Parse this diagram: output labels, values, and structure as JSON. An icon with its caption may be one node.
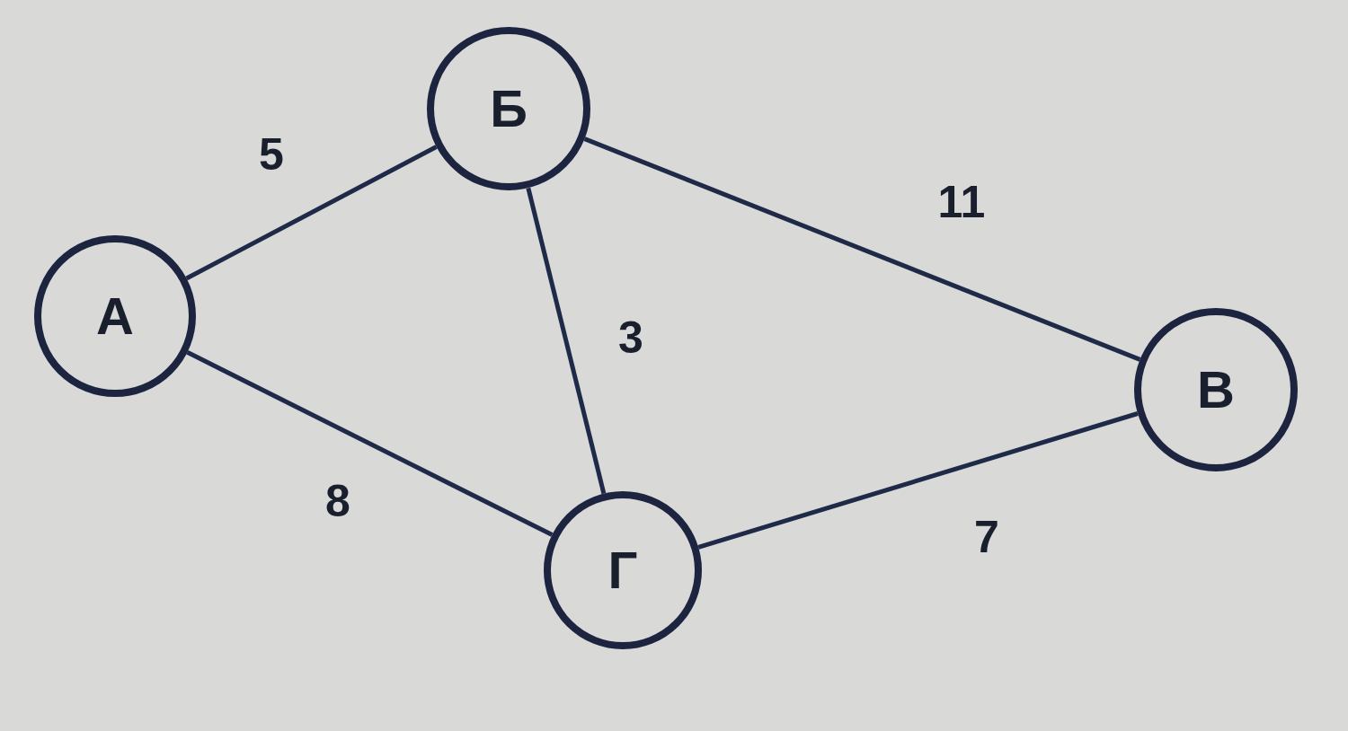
{
  "diagram": {
    "nodes": [
      {
        "text": [
          "А"
        ]
      },
      {
        "text": [
          "Б"
        ]
      },
      {
        "text": [
          "В"
        ]
      },
      {
        "text": [
          "Г"
        ]
      }
    ],
    "edges": [
      {
        "from": 0,
        "to": 1,
        "arrow": "none",
        "label": "5"
      },
      {
        "from": 1,
        "to": 2,
        "arrow": "none",
        "label": "11"
      },
      {
        "from": 1,
        "to": 3,
        "arrow": "none",
        "label": "3"
      },
      {
        "from": 0,
        "to": 3,
        "arrow": "none",
        "label": "8"
      },
      {
        "from": 3,
        "to": 2,
        "arrow": "none",
        "label": "7"
      }
    ]
  }
}
